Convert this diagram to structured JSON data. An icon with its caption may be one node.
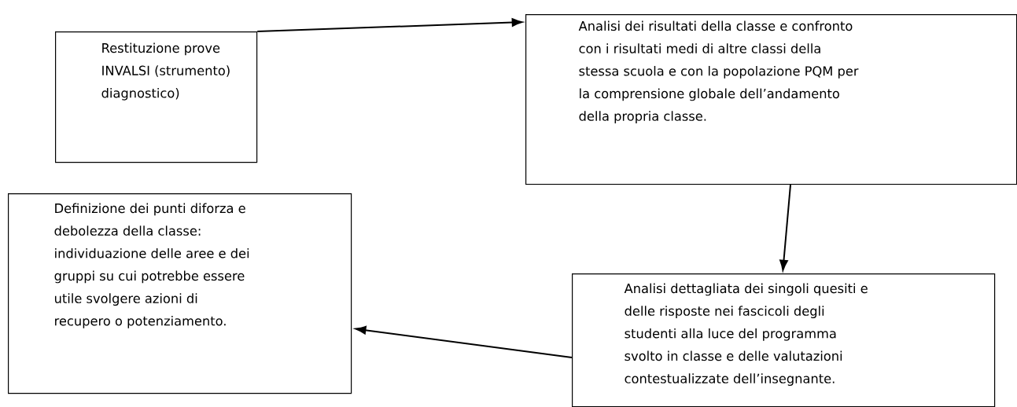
{
  "diagram": {
    "nodes": [
      {
        "text": [
          "Restituzione prove INVALSI (strumento) diagnostico)"
        ]
      },
      {
        "text": [
          "Analisi dei risultati della classe e confronto con i risultati medi di altre classi della stessa scuola e con la popolazione PQM per la comprensione globale dell’andamento della propria classe."
        ]
      },
      {
        "text": [
          "Analisi dettagliata dei singoli quesiti e delle risposte nei fascicoli degli studenti alla luce del programma svolto in classe e delle valutazioni contestualizzate dell’insegnante."
        ]
      },
      {
        "text": [
          "Definizione dei punti diforza e debolezza della classe: individuazione delle aree e dei gruppi su cui potrebbe essere utile svolgere azioni di recupero o potenziamento."
        ]
      }
    ],
    "edges": [
      {
        "from": 0,
        "to": 1,
        "arrow": "to"
      },
      {
        "from": 1,
        "to": 2,
        "arrow": "to"
      },
      {
        "from": 2,
        "to": 3,
        "arrow": "to"
      }
    ]
  }
}
